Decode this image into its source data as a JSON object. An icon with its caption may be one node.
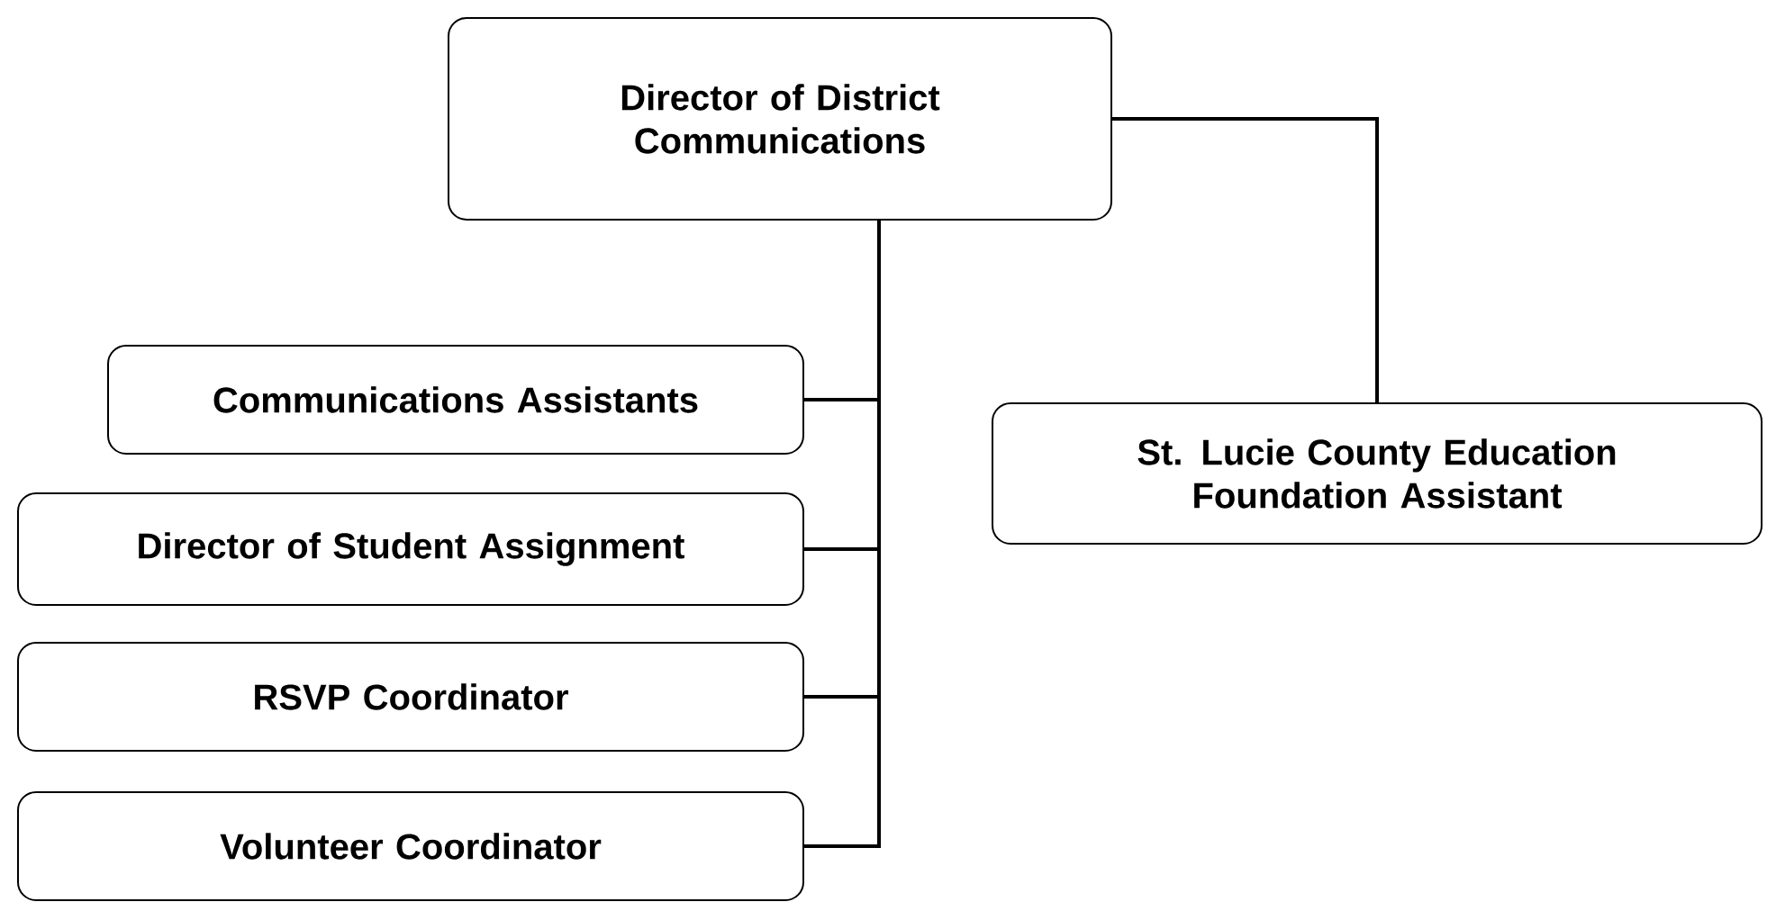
{
  "diagram": {
    "nodes": [
      {
        "text": [
          "Director of District Communications"
        ]
      },
      {
        "text": [
          "Communications Assistants"
        ]
      },
      {
        "text": [
          "Director of Student Assignment"
        ]
      },
      {
        "text": [
          "RSVP Coordinator"
        ]
      },
      {
        "text": [
          "Volunteer Coordinator"
        ]
      },
      {
        "text": [
          "St. Lucie County Education Foundation Assistant"
        ]
      }
    ],
    "edges": [
      {
        "from": 0,
        "to": 1,
        "arrow": "none"
      },
      {
        "from": 0,
        "to": 2,
        "arrow": "none"
      },
      {
        "from": 0,
        "to": 3,
        "arrow": "none"
      },
      {
        "from": 0,
        "to": 4,
        "arrow": "none"
      },
      {
        "from": 0,
        "to": 5,
        "arrow": "none"
      }
    ]
  }
}
